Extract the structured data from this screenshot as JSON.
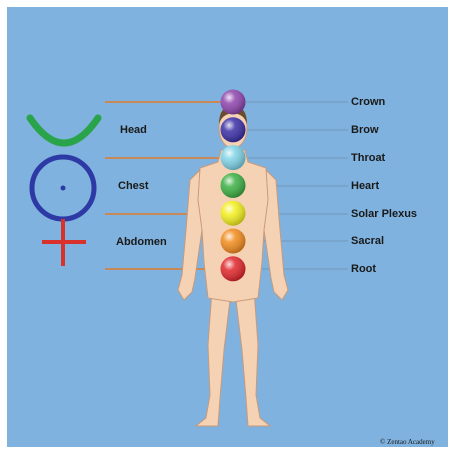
{
  "body_regions": [
    {
      "id": "head",
      "label": "Head"
    },
    {
      "id": "chest",
      "label": "Chest"
    },
    {
      "id": "abdomen",
      "label": "Abdomen"
    }
  ],
  "chakras": [
    {
      "id": "crown",
      "label": "Crown",
      "color": "#8e44ad"
    },
    {
      "id": "brow",
      "label": "Brow",
      "color": "#3b2fa6"
    },
    {
      "id": "throat",
      "label": "Throat",
      "color": "#7fd3e6"
    },
    {
      "id": "heart",
      "label": "Heart",
      "color": "#3cb043"
    },
    {
      "id": "solar_plexus",
      "label": "Solar Plexus",
      "color": "#f2ef1e"
    },
    {
      "id": "sacral",
      "label": "Sacral",
      "color": "#f28c1e"
    },
    {
      "id": "root",
      "label": "Root",
      "color": "#e0262b"
    }
  ],
  "symbol": {
    "name": "mercury-symbol-icon",
    "crescent_color": "#2aa44a",
    "circle_color": "#2d3aa6",
    "cross_color": "#d9312b"
  },
  "colors": {
    "background": "#7fb2de",
    "skin": "#f6d2b4",
    "pointer_line": "#e07a2a"
  },
  "copyright": "© Zentao Academy"
}
